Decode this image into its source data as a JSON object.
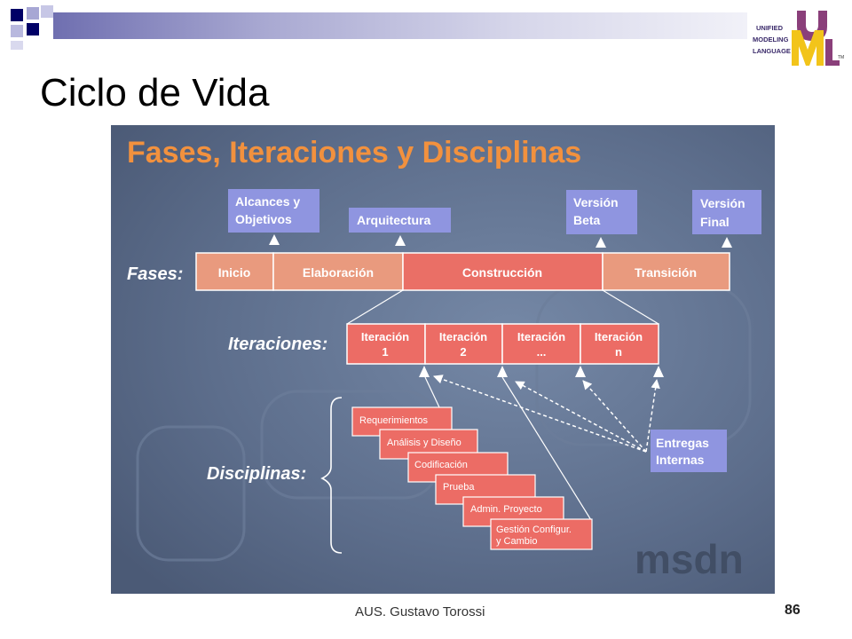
{
  "slide": {
    "title": "Ciclo de Vida",
    "footer_author": "AUS. Gustavo Torossi",
    "page_number": "86"
  },
  "logo": {
    "line1": "UNIFIED",
    "line2": "MODELING",
    "line3": "LANGUAGE",
    "tm": "TM"
  },
  "diagram": {
    "title": "Fases, Iteraciones y Disciplinas",
    "milestones": {
      "alcances_line1": "Alcances y",
      "alcances_line2": "Objetivos",
      "arquitectura": "Arquitectura",
      "beta_line1": "Versión",
      "beta_line2": "Beta",
      "final_line1": "Versión",
      "final_line2": "Final"
    },
    "labels": {
      "fases": "Fases:",
      "iteraciones": "Iteraciones:",
      "disciplinas": "Disciplinas:"
    },
    "phases": {
      "inicio": "Inicio",
      "elaboracion": "Elaboración",
      "construccion": "Construcción",
      "transicion": "Transición"
    },
    "iterations": {
      "i1_line1": "Iteración",
      "i1_line2": "1",
      "i2_line1": "Iteración",
      "i2_line2": "2",
      "i3_line1": "Iteración",
      "i3_line2": "...",
      "i4_line1": "Iteración",
      "i4_line2": "n"
    },
    "disciplines": {
      "requerimientos": "Requerimientos",
      "analisis": "Análisis y Diseño",
      "codificacion": "Codificación",
      "prueba": "Prueba",
      "admin": "Admin. Proyecto",
      "gestion_line1": "Gestión Configur.",
      "gestion_line2": "y Cambio"
    },
    "entregas_line1": "Entregas",
    "entregas_line2": "Internas",
    "brand": "msdn"
  },
  "colors": {
    "background": "#5d6e8c",
    "phase_fill": "#e99a7e",
    "construction_fill": "#ea6f66",
    "iteration_fill": "#ec6c65",
    "milestone_fill": "#8f95e0",
    "title_orange": "#f2913e"
  }
}
